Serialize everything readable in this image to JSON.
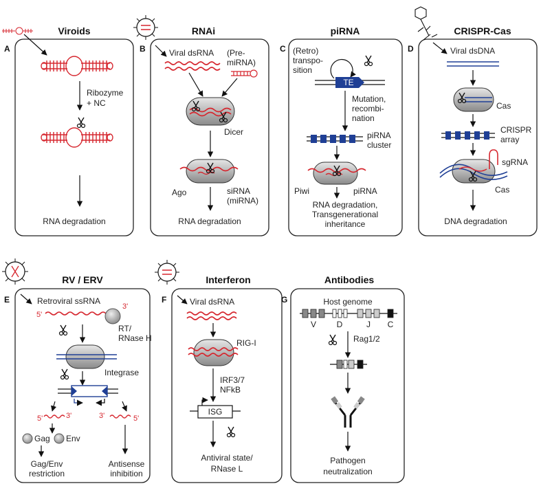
{
  "panels": {
    "A": {
      "letter": "A",
      "title": "Viroids",
      "labels": {
        "step": "Ribozyme",
        "step2": "+ NC",
        "end": "RNA degradation"
      }
    },
    "B": {
      "letter": "B",
      "title": "RNAi",
      "labels": {
        "input": "Viral dsRNA",
        "pre1": "(Pre-",
        "pre2": "miRNA)",
        "dicer": "Dicer",
        "ago": "Ago",
        "sirna1": "siRNA",
        "sirna2": "(miRNA)",
        "end": "RNA degradation"
      }
    },
    "C": {
      "letter": "C",
      "title": "piRNA",
      "labels": {
        "retro1": "(Retro)",
        "retro2": "transpo-",
        "retro3": "sition",
        "te": "TE",
        "mut1": "Mutation,",
        "mut2": "recombi-",
        "mut3": "nation",
        "cluster1": "piRNA",
        "cluster2": "cluster",
        "piwi": "Piwi",
        "pirna": "piRNA",
        "end1": "RNA degradation,",
        "end2": "Transgenerational",
        "end3": "inheritance"
      }
    },
    "D": {
      "letter": "D",
      "title": "CRISPR-Cas",
      "labels": {
        "input": "Viral dsDNA",
        "cas1": "Cas",
        "array1": "CRISPR",
        "array2": "array",
        "sgrna": "sgRNA",
        "cas2": "Cas",
        "end": "DNA degradation"
      }
    },
    "E": {
      "letter": "E",
      "title": "RV / ERV",
      "labels": {
        "input": "Retroviral ssRNA",
        "p5": "5'",
        "p3": "3'",
        "rt1": "RT/",
        "rt2": "RNase H",
        "integrase": "Integrase",
        "a5": "5'",
        "a3": "3'",
        "b3": "3'",
        "b5": "5'",
        "gag": "Gag",
        "env": "Env",
        "end1a": "Gag/Env",
        "end1b": "restriction",
        "end2a": "Antisense",
        "end2b": "inhibition"
      }
    },
    "F": {
      "letter": "F",
      "title": "Interferon",
      "labels": {
        "input": "Viral dsRNA",
        "rig": "RIG-I",
        "irf1": "IRF3/7",
        "irf2": "NFkB",
        "isg": "ISG",
        "end1": "Antiviral state/",
        "end2": "RNase L"
      }
    },
    "G": {
      "letter": "G",
      "title": "Antibodies",
      "labels": {
        "input": "Host genome",
        "v": "V",
        "d": "D",
        "j": "J",
        "c": "C",
        "rag": "Rag1/2",
        "end1": "Pathogen",
        "end2": "neutralization"
      }
    }
  }
}
